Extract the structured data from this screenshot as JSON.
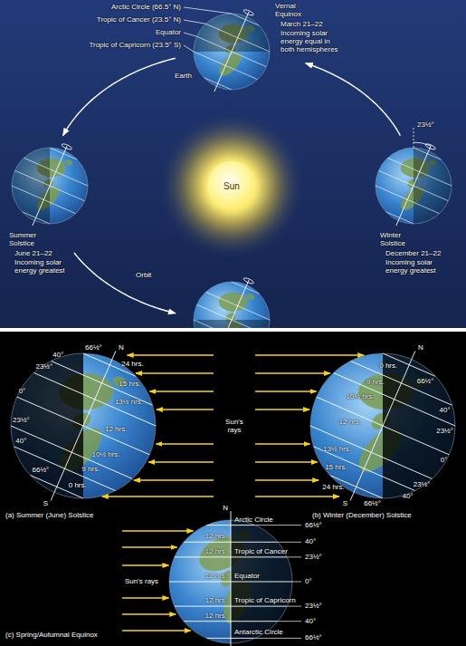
{
  "diagram": {
    "nodes": [
      {
        "text": [
          "Sun"
        ]
      }
    ],
    "labels": [
      "Arctic Circle (66.5° N)",
      "Tropic of Cancer (23.5° N)",
      "Equator",
      "Tropic of Capricorn (23.5° S)",
      "Earth",
      "Vernal Equinox",
      "March 21–22",
      "Incoming solar energy equal in both hemispheres",
      "23½°",
      "Summer Solstice",
      "June 21–22",
      "Incoming solar energy greatest",
      "Orbit",
      "Winter Solstice",
      "December 21–22",
      "Incoming solar energy greatest",
      "N",
      "66½°",
      "24 hrs.",
      "40°",
      "15 hrs.",
      "23½°",
      "13½ hrs.",
      "0°",
      "12 hrs.",
      "23½°",
      "10½ hrs.",
      "40°",
      "9 hrs.",
      "66½°",
      "0 hrs.",
      "S",
      "Sun's rays",
      "N",
      "66½°",
      "0 hrs.",
      "40°",
      "9 hrs.",
      "23½°",
      "10½ hrs.",
      "0°",
      "12 hrs.",
      "23½°",
      "13½ hrs.",
      "40°",
      "15 hrs.",
      "66½°",
      "24 hrs.",
      "S",
      "(a) Summer (June) Solstice",
      "(b) Winter (December) Solstice",
      "N",
      "Sun's rays",
      "Arctic Circle",
      "66½°",
      "12 hrs.",
      "40°",
      "Tropic of Cancer",
      "12 hrs.",
      "23½°",
      "Equator",
      "12 hrs.",
      "0°",
      "Tropic of Capricorn",
      "12 hrs.",
      "23½°",
      "12 hrs.",
      "40°",
      "Antarctic Circle",
      "66½°",
      "(c) Spring/Autumnal Equinox"
    ]
  }
}
